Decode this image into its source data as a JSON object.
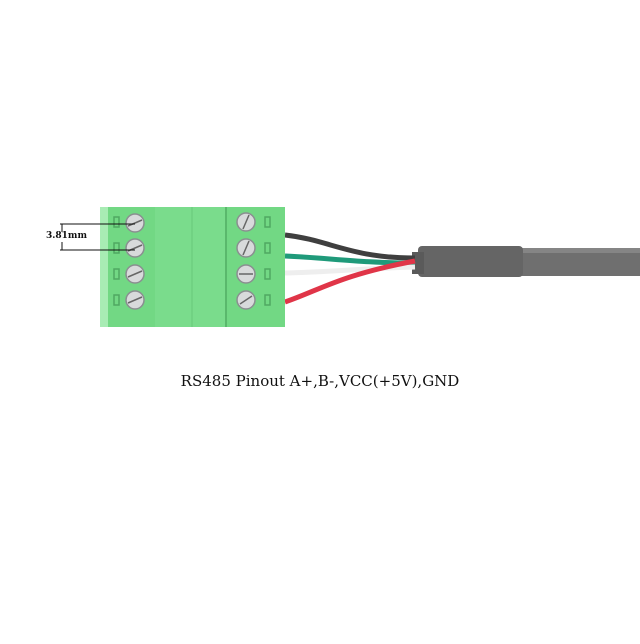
{
  "caption": "RS485 Pinout A+,B-,VCC(+5V),GND",
  "dimension": {
    "label": "3.81mm"
  },
  "connector": {
    "color": "#77dd88",
    "pins": 4
  },
  "wires": [
    {
      "name": "black",
      "color": "#444444"
    },
    {
      "name": "green",
      "color": "#229977"
    },
    {
      "name": "white",
      "color": "#eeeeee"
    },
    {
      "name": "red",
      "color": "#dd3344"
    }
  ],
  "cable": {
    "color": "#707070"
  }
}
